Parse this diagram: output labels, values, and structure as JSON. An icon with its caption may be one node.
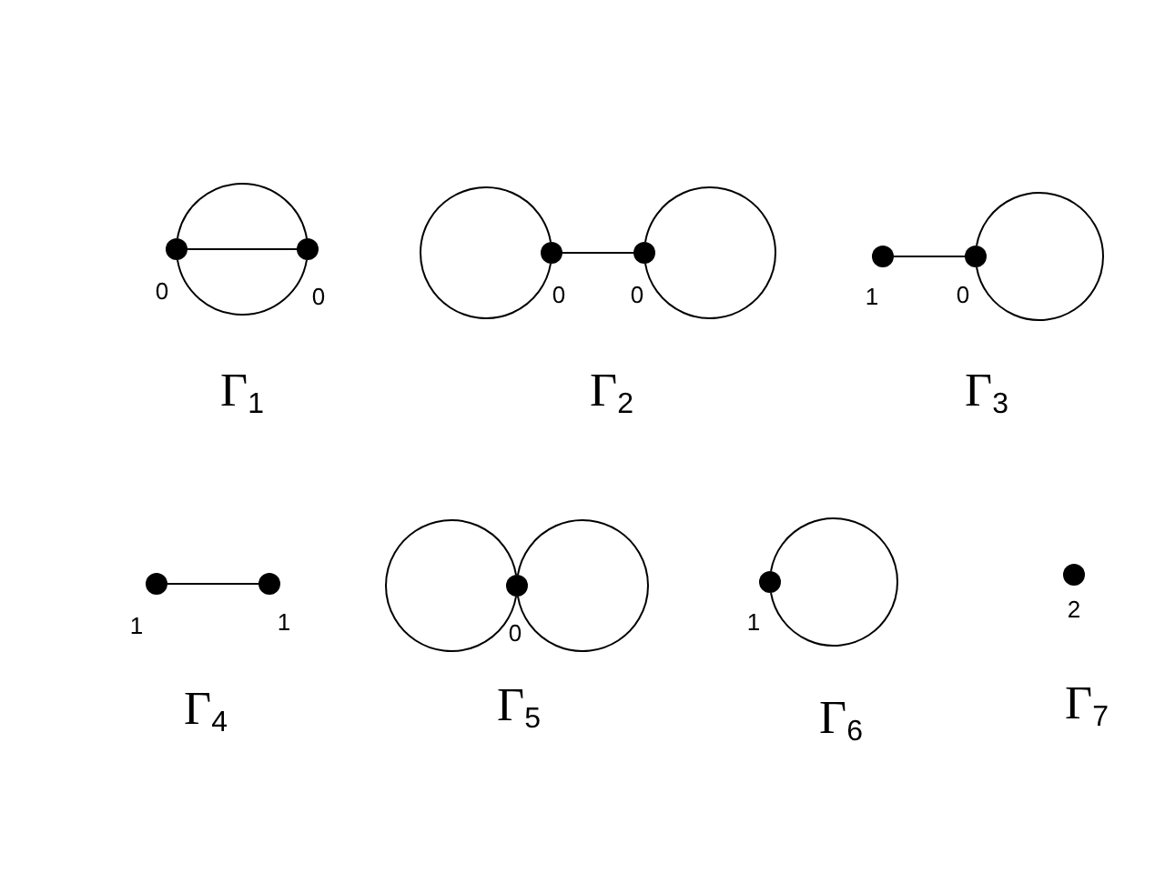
{
  "diagram": {
    "nodes": [
      {
        "text": [],
        "shape": "circle",
        "beside": [
          "0"
        ]
      },
      {
        "text": [],
        "shape": "circle",
        "beside": [
          "0"
        ]
      },
      {
        "text": [],
        "shape": "circle",
        "beside": [
          "0"
        ]
      },
      {
        "text": [],
        "shape": "circle",
        "beside": [
          "0"
        ]
      },
      {
        "text": [],
        "shape": "circle",
        "beside": [
          "1"
        ]
      },
      {
        "text": [],
        "shape": "circle",
        "beside": [
          "0"
        ]
      },
      {
        "text": [],
        "shape": "circle",
        "beside": [
          "1"
        ]
      },
      {
        "text": [],
        "shape": "circle",
        "beside": [
          "1"
        ]
      },
      {
        "text": [],
        "shape": "circle",
        "beside": [
          "0"
        ]
      },
      {
        "text": [],
        "shape": "circle",
        "beside": [
          "1"
        ]
      },
      {
        "text": [],
        "shape": "circle",
        "beside": [
          "2"
        ]
      }
    ],
    "edges": [
      {
        "from": 0,
        "to": 1,
        "arrow": "none"
      },
      {
        "from": 0,
        "to": 1,
        "arrow": "none"
      },
      {
        "from": 0,
        "to": 1,
        "arrow": "none"
      },
      {
        "from": 2,
        "to": 2,
        "arrow": "none"
      },
      {
        "from": 2,
        "to": 3,
        "arrow": "none"
      },
      {
        "from": 3,
        "to": 3,
        "arrow": "none"
      },
      {
        "from": 4,
        "to": 5,
        "arrow": "none"
      },
      {
        "from": 5,
        "to": 5,
        "arrow": "none"
      },
      {
        "from": 6,
        "to": 7,
        "arrow": "none"
      },
      {
        "from": 8,
        "to": 8,
        "arrow": "none"
      },
      {
        "from": 8,
        "to": 8,
        "arrow": "none"
      },
      {
        "from": 9,
        "to": 9,
        "arrow": "none"
      }
    ],
    "labels": [
      "Γ$_{1}$",
      "Γ$_{2}$",
      "Γ$_{3}$",
      "Γ$_{4}$",
      "Γ$_{5}$",
      "Γ$_{6}$",
      "Γ$_{7}$"
    ]
  }
}
